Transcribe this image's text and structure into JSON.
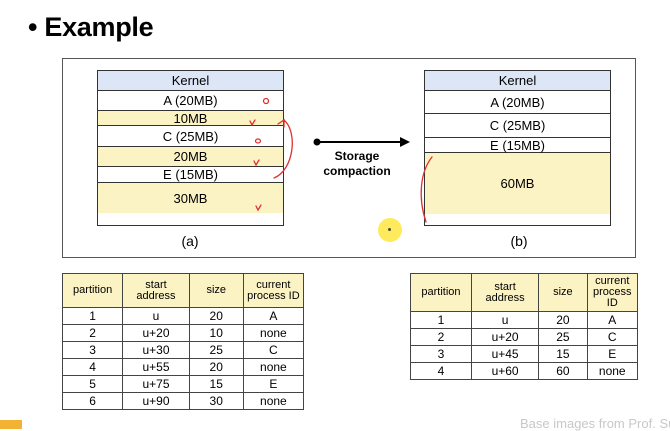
{
  "title": "• Example",
  "before": {
    "caption": "(a)",
    "segments": [
      {
        "label": "Kernel",
        "kind": "kernel"
      },
      {
        "label": "A (20MB)",
        "kind": "used"
      },
      {
        "label": "10MB",
        "kind": "free"
      },
      {
        "label": "C (25MB)",
        "kind": "used"
      },
      {
        "label": "20MB",
        "kind": "free"
      },
      {
        "label": "E (15MB)",
        "kind": "used"
      },
      {
        "label": "30MB",
        "kind": "free"
      }
    ]
  },
  "after": {
    "caption": "(b)",
    "segments": [
      {
        "label": "Kernel",
        "kind": "kernel"
      },
      {
        "label": "A (20MB)",
        "kind": "used"
      },
      {
        "label": "C (25MB)",
        "kind": "used"
      },
      {
        "label": "E (15MB)",
        "kind": "used"
      },
      {
        "label": "60MB",
        "kind": "free"
      }
    ]
  },
  "arrow": {
    "line1": "Storage",
    "line2": "compaction"
  },
  "table_headers": [
    "partition",
    "start address",
    "size",
    "current process ID"
  ],
  "table_before": [
    [
      "1",
      "u",
      "20",
      "A"
    ],
    [
      "2",
      "u+20",
      "10",
      "none"
    ],
    [
      "3",
      "u+30",
      "25",
      "C"
    ],
    [
      "4",
      "u+55",
      "20",
      "none"
    ],
    [
      "5",
      "u+75",
      "15",
      "E"
    ],
    [
      "6",
      "u+90",
      "30",
      "none"
    ]
  ],
  "table_after": [
    [
      "1",
      "u",
      "20",
      "A"
    ],
    [
      "2",
      "u+20",
      "25",
      "C"
    ],
    [
      "3",
      "u+45",
      "15",
      "E"
    ],
    [
      "4",
      "u+60",
      "60",
      "none"
    ]
  ],
  "footer": "Base images from Prof. Su"
}
